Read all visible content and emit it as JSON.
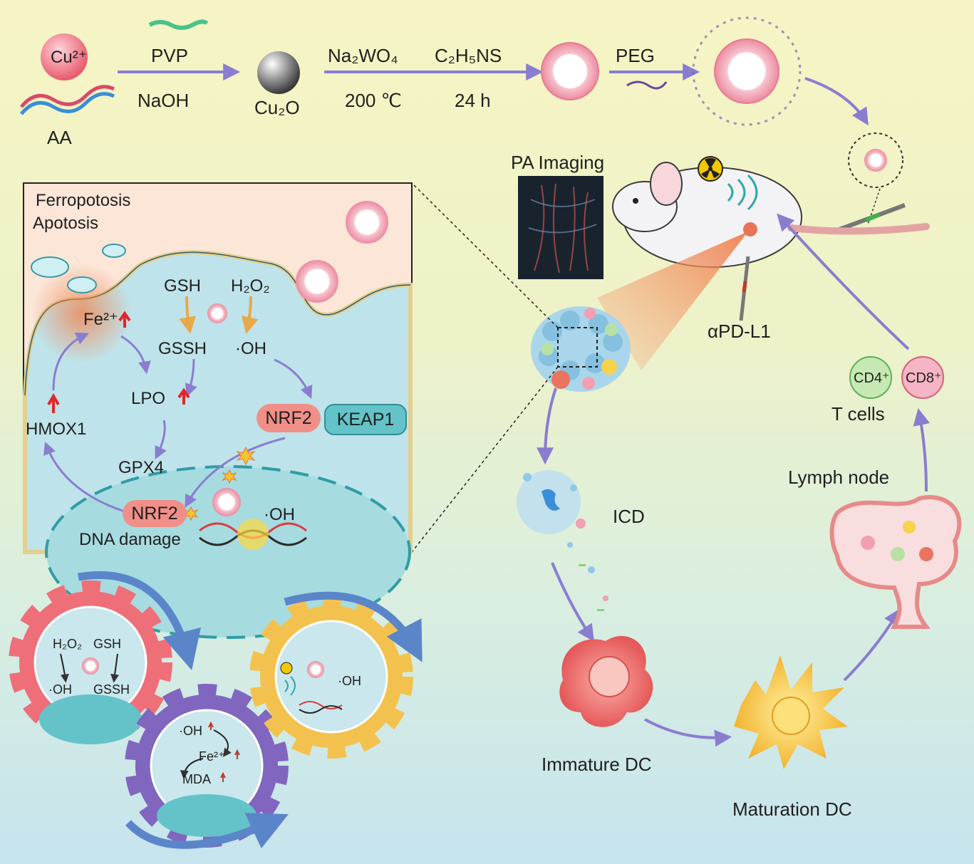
{
  "synthesis": {
    "cu_ion": "Cu²⁺",
    "aa": "AA",
    "pvp": "PVP",
    "naoh": "NaOH",
    "cu2o": "Cu₂O",
    "na2wo4": "Na₂WO₄",
    "temp": "200 ℃",
    "c2h5ns": "C₂H₅NS",
    "time": "24 h",
    "peg": "PEG"
  },
  "imaging": {
    "pa_imaging": "PA Imaging",
    "apdl1": "αPD-L1"
  },
  "cell_panel": {
    "ferroptosis": "Ferropotosis",
    "apoptosis": "Apotosis",
    "fe": "Fe²⁺",
    "gsh": "GSH",
    "h2o2": "H₂O₂",
    "gssh": "GSSH",
    "oh": "·OH",
    "lpo": "LPO",
    "hmox1": "HMOX1",
    "nrf2": "NRF2",
    "keap1": "KEAP1",
    "gpx4": "GPX4",
    "nrf2_nucleus": "NRF2",
    "oh_nucleus": "·OH",
    "dna_damage": "DNA damage"
  },
  "gears": {
    "g1_h2o2": "H₂O₂",
    "g1_gsh": "GSH",
    "g1_oh": "·OH",
    "g1_gssh": "GSSH",
    "g2_oh": "·OH",
    "g2_fe": "Fe²⁺",
    "g2_mda": "MDA",
    "g3_oh": "·OH"
  },
  "immune": {
    "icd": "ICD",
    "immature_dc": "Immature DC",
    "maturation_dc": "Maturation DC",
    "lymph_node": "Lymph node",
    "cd4": "CD4⁺",
    "cd8": "CD8⁺",
    "t_cells": "T cells"
  },
  "colors": {
    "arrow": "#8a7dd0",
    "up_arrow": "#e0262a",
    "nanoparticle": "#f2a7b6",
    "cell_cytoplasm": "#bfe3ea",
    "gear_red": "#ef6f78",
    "gear_purple": "#8066bf",
    "gear_yellow": "#f3c24e",
    "nrf2_pill": "#f08f88",
    "keap1_pill": "#63c3c8"
  }
}
